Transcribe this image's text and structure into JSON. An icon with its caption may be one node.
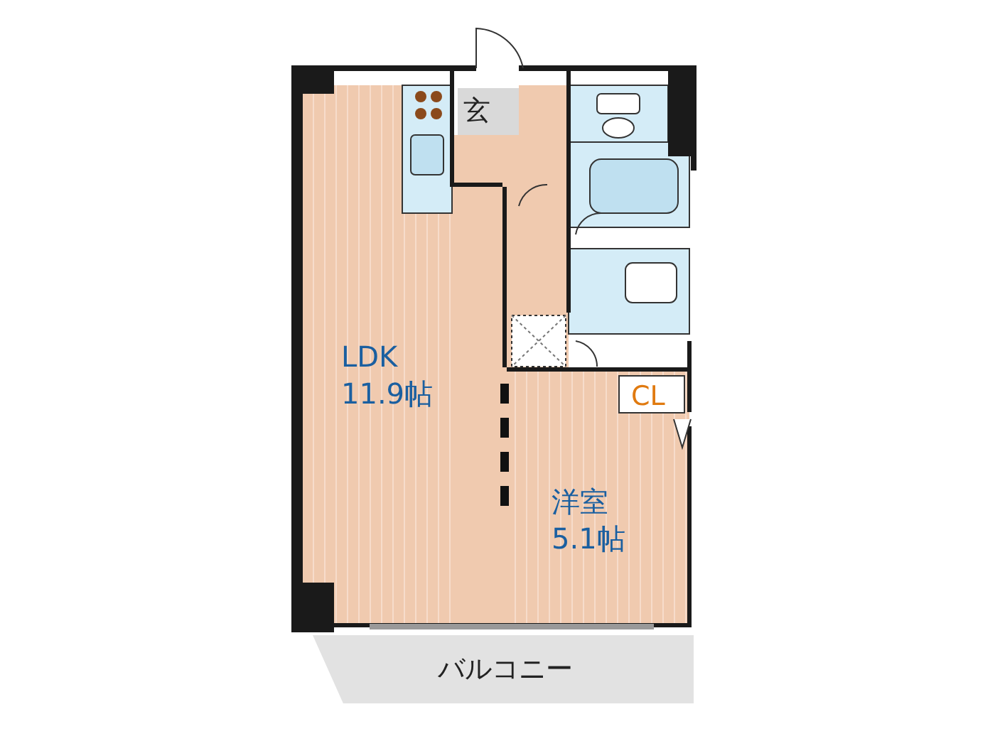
{
  "diagram": {
    "nodes": [
      {
        "text": [
          "玄"
        ]
      },
      {
        "text": [
          "LDK 11.9帖"
        ]
      },
      {
        "text": [
          "洋室 5.1帖"
        ]
      },
      {
        "text": [
          "CL"
        ],
        "in": 2
      },
      {
        "text": [
          "バルコニー"
        ]
      }
    ]
  }
}
